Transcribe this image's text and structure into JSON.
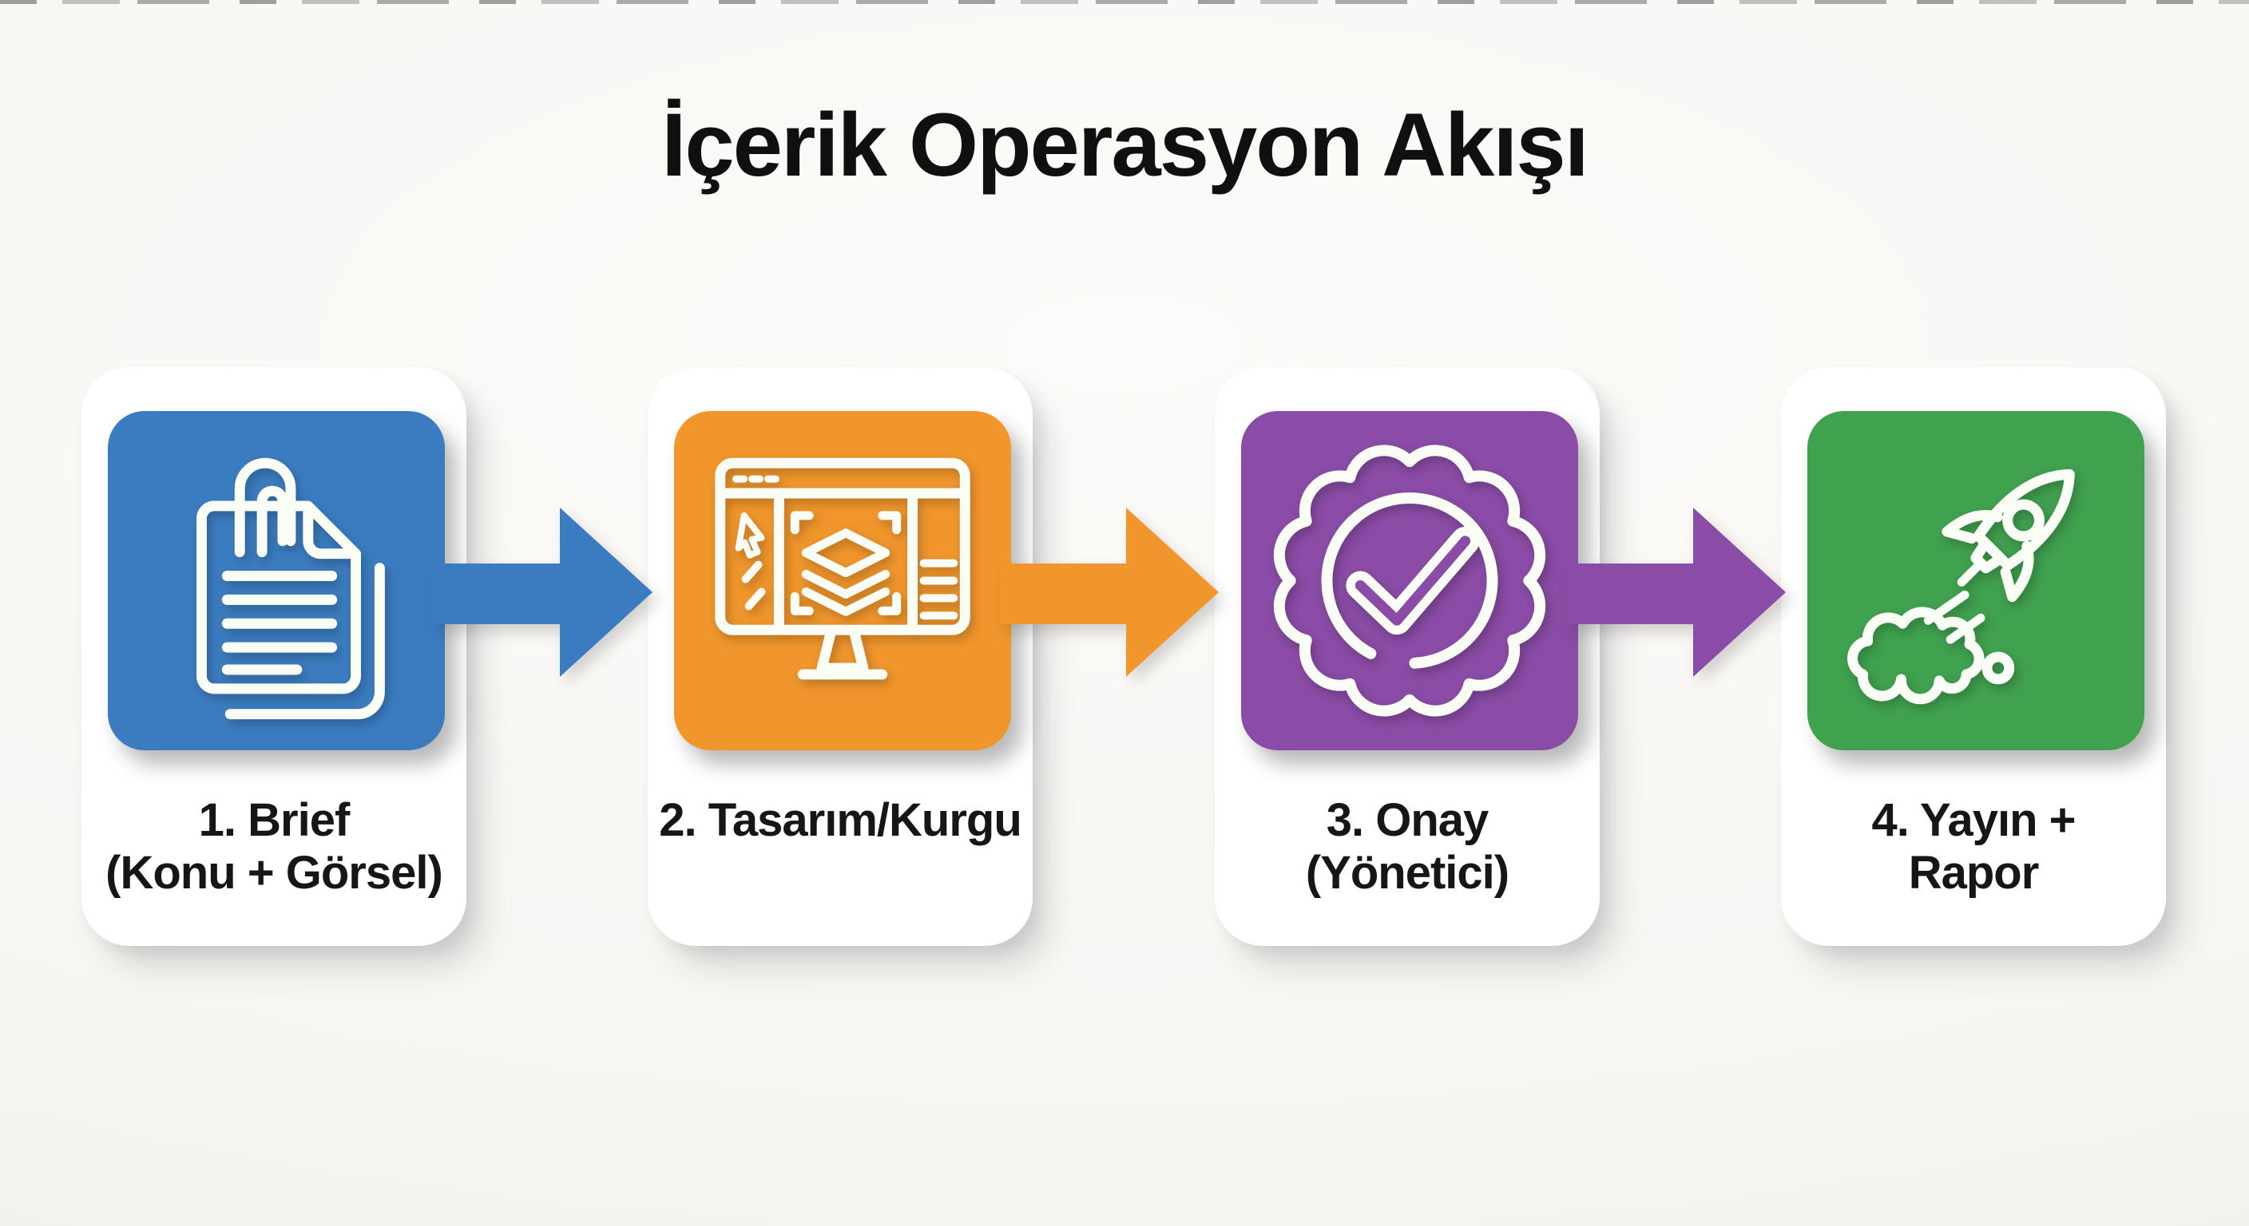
{
  "title": "İçerik Operasyon Akışı",
  "background_color": "#f6f5f2",
  "text_color": "#101010",
  "steps": [
    {
      "label_lines": [
        "1. Brief",
        "(Konu + Görsel)"
      ],
      "tile_color": "#3b7cc0",
      "icon": "document-paperclip-icon"
    },
    {
      "label_lines": [
        "2. Tasarım/Kurgu"
      ],
      "tile_color": "#f0962c",
      "icon": "design-monitor-icon"
    },
    {
      "label_lines": [
        "3. Onay",
        "(Yönetici)"
      ],
      "tile_color": "#8a4ca6",
      "icon": "approval-badge-icon"
    },
    {
      "label_lines": [
        "4. Yayın +",
        "Rapor"
      ],
      "tile_color": "#40a14f",
      "icon": "rocket-launch-icon"
    }
  ],
  "arrows": [
    {
      "color": "#3b7cc0"
    },
    {
      "color": "#f0962c"
    },
    {
      "color": "#8a4ca6"
    }
  ]
}
